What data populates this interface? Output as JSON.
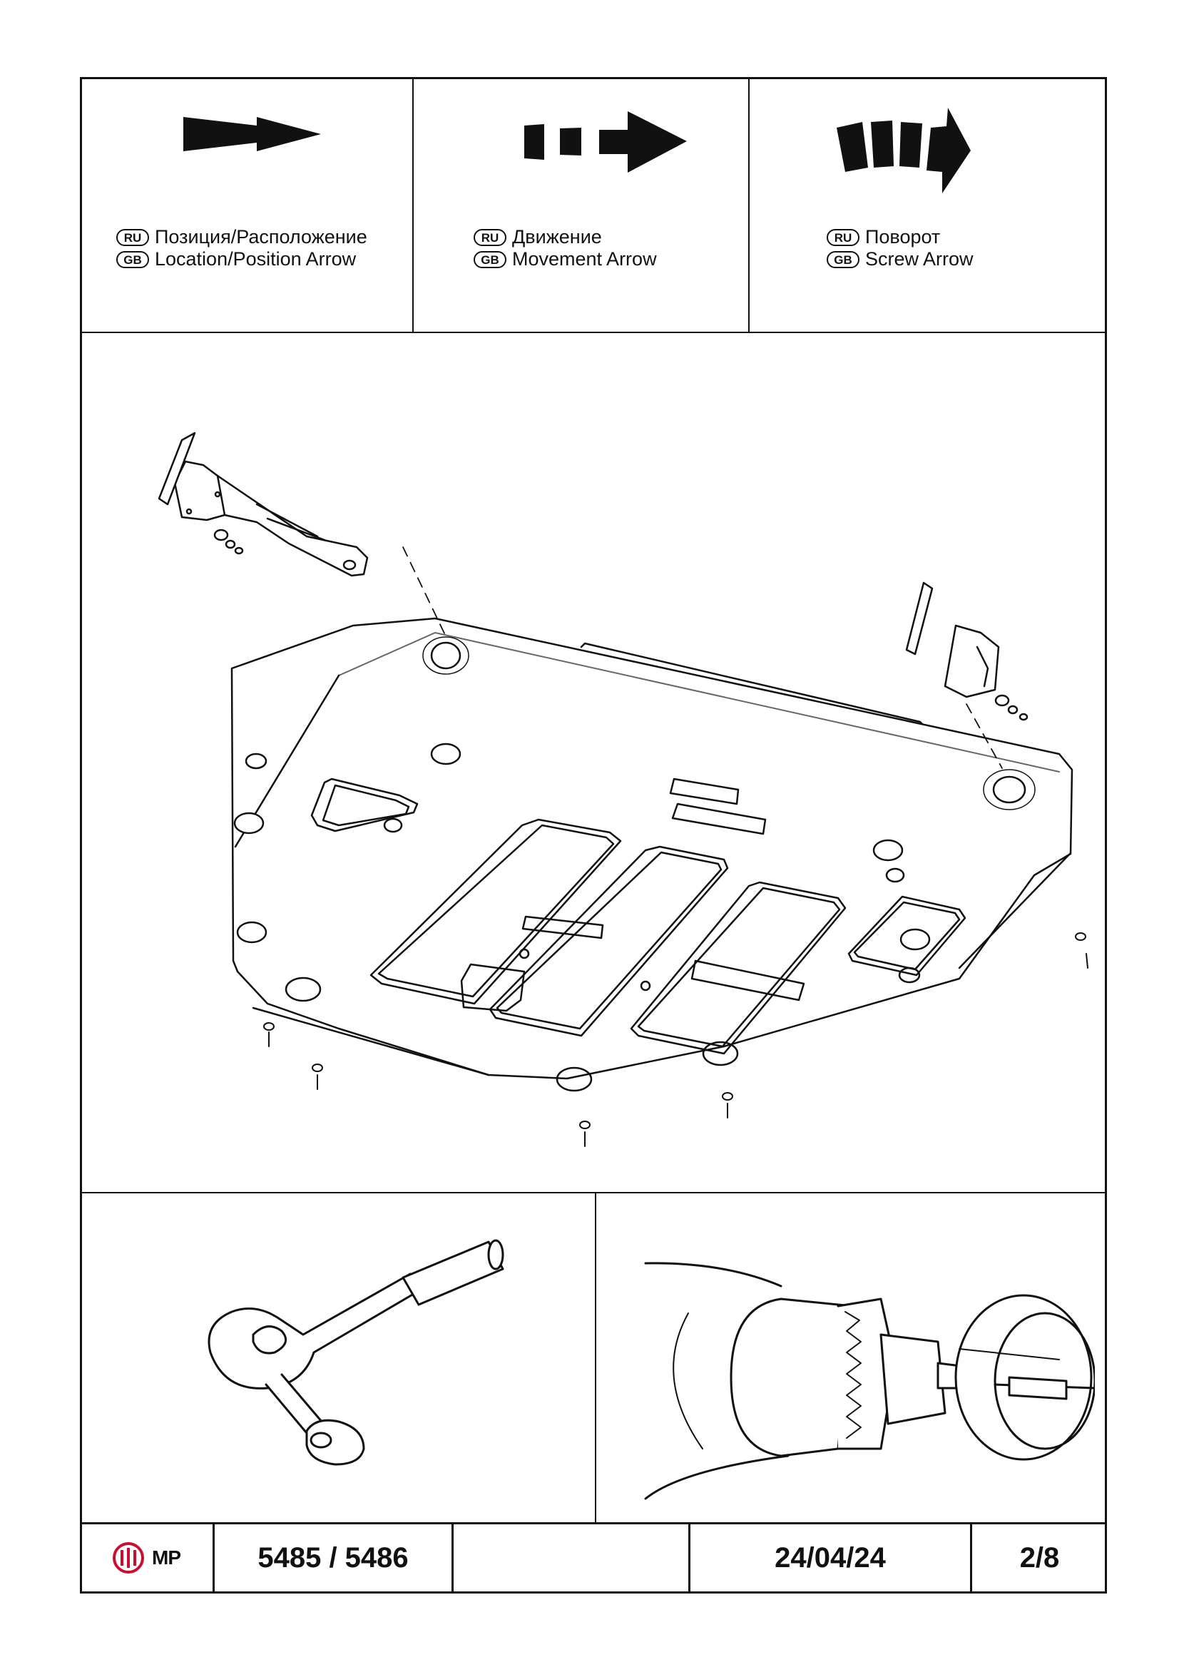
{
  "legend": [
    {
      "ru_badge": "RU",
      "gb_badge": "GB",
      "ru_text": "Позиция/Расположение",
      "gb_text": "Location/Position Arrow",
      "icon": "location-arrow-icon"
    },
    {
      "ru_badge": "RU",
      "gb_badge": "GB",
      "ru_text": "Движение",
      "gb_text": "Movement Arrow",
      "icon": "movement-arrow-icon"
    },
    {
      "ru_badge": "RU",
      "gb_badge": "GB",
      "ru_text": "Поворот",
      "gb_text": "Screw Arrow",
      "icon": "screw-arrow-icon"
    }
  ],
  "footer": {
    "logo_text": "MP",
    "logo_color": "#c8102e",
    "part_numbers": "5485 / 5486",
    "blank": "",
    "date": "24/04/24",
    "page": "2/8"
  },
  "drawings": {
    "main": "skid-plate-assembly-drawing",
    "tool_left": "ratchet-wrench-icon",
    "tool_right": "drill-hole-saw-icon"
  }
}
